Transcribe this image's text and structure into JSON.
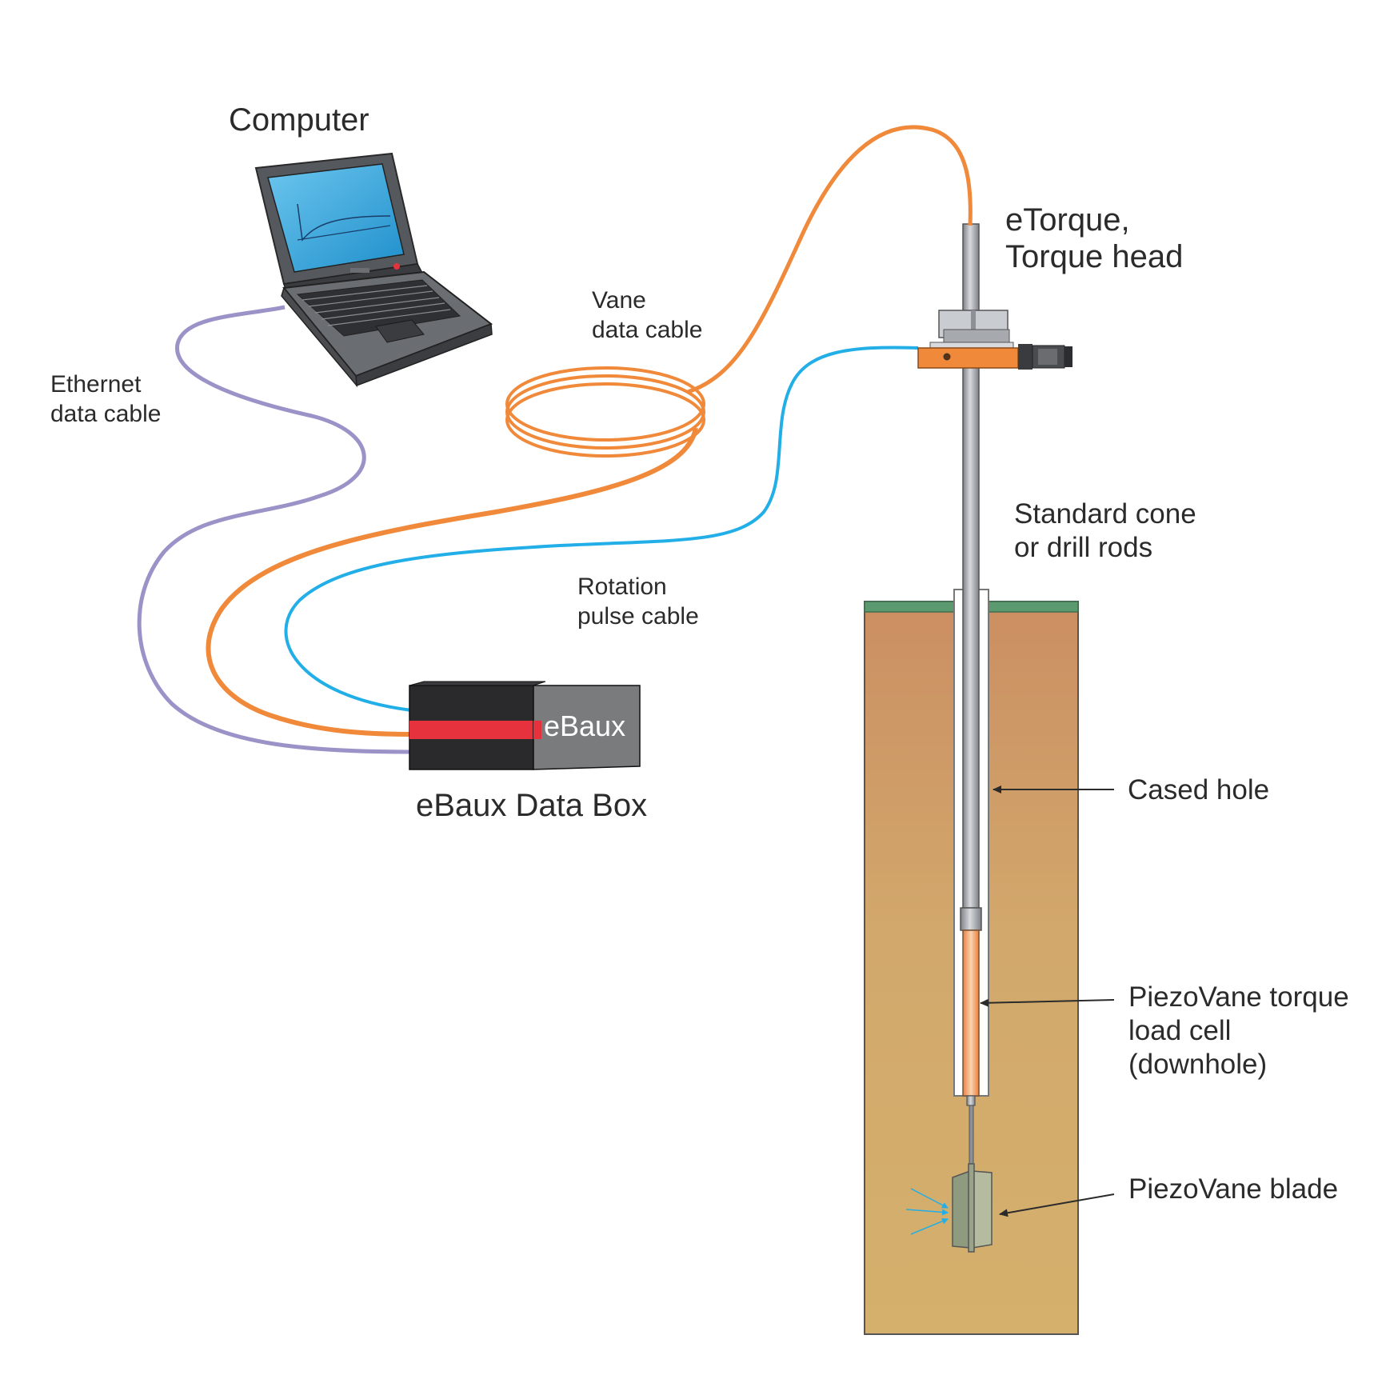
{
  "labels": {
    "computer": "Computer",
    "ethernet_line1": "Ethernet",
    "ethernet_line2": "data cable",
    "vane_line1": "Vane",
    "vane_line2": "data cable",
    "etorque_line1": "eTorque,",
    "etorque_line2": "Torque head",
    "rods_line1": "Standard cone",
    "rods_line2": "or drill rods",
    "rotation_line1": "Rotation",
    "rotation_line2": "pulse cable",
    "ebaux_box_text": "eBaux",
    "ebaux_caption": "eBaux Data Box",
    "cased_hole": "Cased hole",
    "loadcell_line1": "PiezoVane torque",
    "loadcell_line2": "load cell",
    "loadcell_line3": "(downhole)",
    "blade": "PiezoVane blade"
  },
  "colors": {
    "ethernet_cable": "#9b93c7",
    "vane_cable": "#f0893a",
    "rotation_cable": "#22aee6",
    "ground_top": "#cb8e62",
    "ground_bottom": "#d4b06c",
    "grass": "#5a9a6e",
    "box_body": "#2a2a2c",
    "box_stripe": "#e5323d",
    "box_face": "#7a7b7d",
    "torque_head": "#f0893a",
    "load_cell": "#f4a66a",
    "rod": "#a8abb0",
    "casing": "#ffffff",
    "screen": "#2aa3dc",
    "text": "#2b2b2b"
  },
  "icons": [
    "laptop-icon",
    "data-box-icon",
    "torque-head-icon",
    "vane-blade-icon",
    "cable-coil-icon"
  ]
}
